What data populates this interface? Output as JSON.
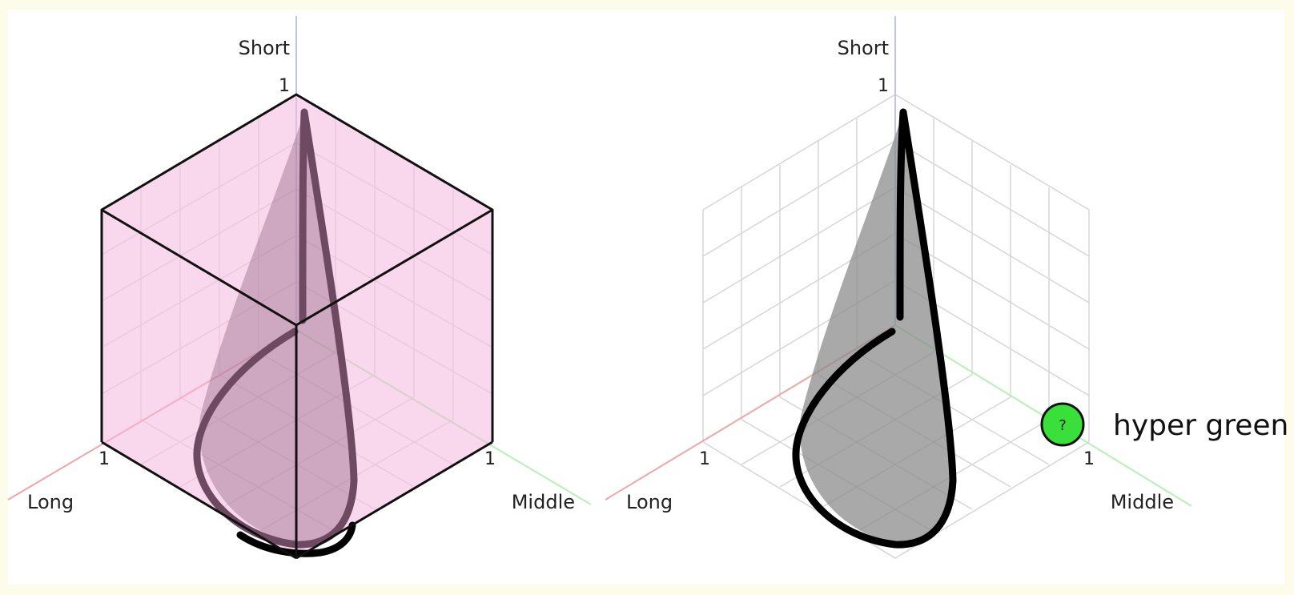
{
  "panels": [
    {
      "id": "left",
      "axes": {
        "short": "Short",
        "long": "Long",
        "middle": "Middle"
      },
      "ticks": {
        "short": "1",
        "long": "1",
        "middle": "1"
      },
      "cube_fill": "#f4b6dc",
      "cone_fill": "#8a5a78",
      "curve_color": "#6e4a62",
      "cube_outline": "#111111"
    },
    {
      "id": "right",
      "axes": {
        "short": "Short",
        "long": "Long",
        "middle": "Middle"
      },
      "ticks": {
        "short": "1",
        "long": "1",
        "middle": "1"
      },
      "cone_fill": "#8c8c8c",
      "curve_color": "#000000",
      "callout": {
        "symbol": "?",
        "label": "hyper green",
        "color": "#3ae03a"
      }
    }
  ],
  "colors": {
    "short_axis": "#b9c7f0",
    "long_axis": "#f0a5a5",
    "middle_axis": "#b6f0b6",
    "grid": "#d4d4d4",
    "background": "#fdfbe9"
  }
}
